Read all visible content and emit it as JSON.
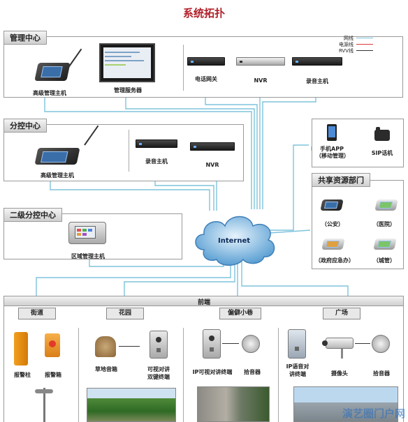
{
  "title": "系统拓扑",
  "legend": {
    "items": [
      {
        "name": "网线",
        "color": "#7ec3dc"
      },
      {
        "name": "电源线",
        "color": "#e03a3a"
      },
      {
        "name": "RVV线",
        "color": "#333333"
      }
    ]
  },
  "mgmt_center": {
    "heading": "管理中心",
    "devices": [
      "高级管理主机",
      "管理服务器",
      "电话网关",
      "NVR",
      "录音主机"
    ]
  },
  "branch_center": {
    "heading": "分控中心",
    "devices": [
      "高级管理主机",
      "录音主机",
      "NVR"
    ]
  },
  "level2_center": {
    "heading": "二级分控中心",
    "devices": [
      "区域管理主机"
    ]
  },
  "mobile": {
    "app_line1": "手机APP",
    "app_line2": "（移动管理）",
    "sip": "SIP话机"
  },
  "shared": {
    "heading": "共享资源部门",
    "units": [
      "（公安）",
      "（医院）",
      "（政府应急办）",
      "（城管）"
    ]
  },
  "network": {
    "label": "Internet"
  },
  "frontend": {
    "heading": "前端",
    "zones": [
      {
        "name": "街道",
        "devices": [
          "报警柱",
          "报警箱"
        ]
      },
      {
        "name": "花园",
        "devices": [
          "草地音箱",
          "可视对讲",
          "双键终端"
        ]
      },
      {
        "name": "偏僻小巷",
        "devices": [
          "IP可视对讲终端",
          "拾音器"
        ]
      },
      {
        "name": "广场",
        "devices": [
          "IP语音对",
          "讲终端",
          "摄像头",
          "拾音器"
        ]
      }
    ]
  },
  "watermark": "演艺圈门户网"
}
